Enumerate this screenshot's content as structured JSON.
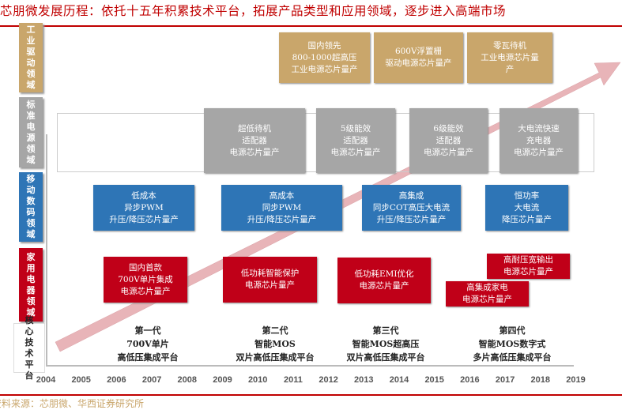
{
  "title": "芯朋微发展历程：依托十五年积累技术平台，拓展产品类型和应用领域，逐步进入高端市场",
  "categories": [
    "工业驱动领域",
    "标准电源领域",
    "移动数码领域",
    "家用电器领域",
    "核心技术平台"
  ],
  "gold": [
    "国内领先\n800-1000超高压\n工业电源芯片量产",
    "600V浮置栅\n驱动电源芯片量产",
    "零瓦待机\n工业电源芯片量\n产"
  ],
  "gray": [
    "超低待机\n适配器\n电源芯片量产",
    "5级能效\n适配器\n电源芯片量产",
    "6级能效\n适配器\n电源芯片量产",
    "大电流快速\n充电器\n电源芯片量产"
  ],
  "blue": [
    "低成本\n异步PWM\n升压/降压芯片量产",
    "高成本\n同步PWM\n升压/降压芯片量产",
    "高集成\n同步COT高压大电流\n升压/降压芯片量产",
    "恒功率\n大电流\n降压芯片量产"
  ],
  "red": [
    "国内首款\n700V单片集成\n电源芯片量产",
    "低功耗智能保护\n电源芯片量产",
    "低功耗EMI优化\n电源芯片量产",
    "高耐压宽输出\n电源芯片量产",
    "高集成家电\n电源芯片量产"
  ],
  "generations": [
    "第一代\n700V单片\n高低压集成平台",
    "第二代\n智能MOS\n双片高低压集成平台",
    "第三代\n智能MOS超高压\n双片高低压集成平台",
    "第四代\n智能MOS数字式\n多片高低压集成平台"
  ],
  "years": [
    "2004",
    "2005",
    "2006",
    "2007",
    "2008",
    "2009",
    "2010",
    "2011",
    "2012",
    "2013",
    "2014",
    "2015",
    "2016",
    "2017",
    "2018",
    "2019"
  ],
  "source": "资料来源：芯朋微、华西证券研究所",
  "colors": {
    "gold": "#c9a66b",
    "gray": "#a6a6a6",
    "blue": "#2e75b6",
    "red": "#c00018",
    "arrow": "#e8b4b8"
  }
}
